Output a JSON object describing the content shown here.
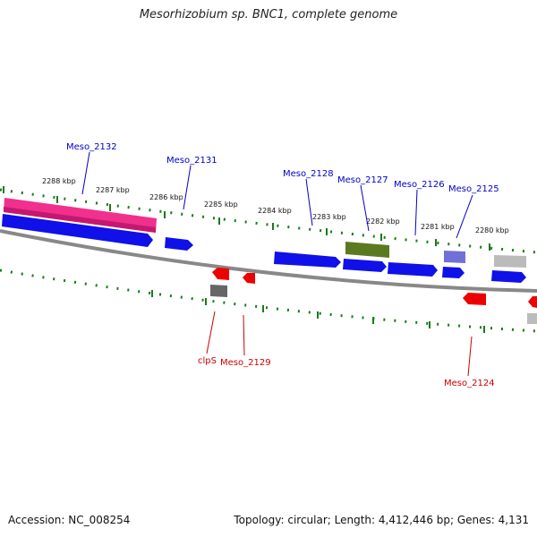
{
  "title": "Mesorhizobium sp. BNC1, complete genome",
  "footer": {
    "accession": "Accession: NC_008254",
    "topology": "Topology: circular; Length: 4,412,446 bp; Genes: 4,131"
  },
  "scale_labels": [
    "2288 kbp",
    "2287 kbp",
    "2286 kbp",
    "2285 kbp",
    "2284 kbp",
    "2283 kbp",
    "2282 kbp",
    "2281 kbp",
    "2280 kbp"
  ],
  "forward_gene_labels": [
    "Meso_2132",
    "Meso_2131",
    "Meso_2128",
    "Meso_2127",
    "Meso_2126",
    "Meso_2125"
  ],
  "reverse_gene_labels": [
    "clpS",
    "Meso_2129",
    "Meso_2124"
  ],
  "colors": {
    "forward_label": "#0000cc",
    "reverse_label": "#cc0000",
    "forward_gene": "#1010e8",
    "reverse_gene": "#ee0000",
    "highlight_gene": "#f0308c",
    "rna_gene": "#5a7a20",
    "pseudo_gene": "#7070d8",
    "grey_gene": "#bbbbbb",
    "dark_gene": "#666666",
    "backbone": "#888888",
    "ticks": "#1a7a1a"
  }
}
